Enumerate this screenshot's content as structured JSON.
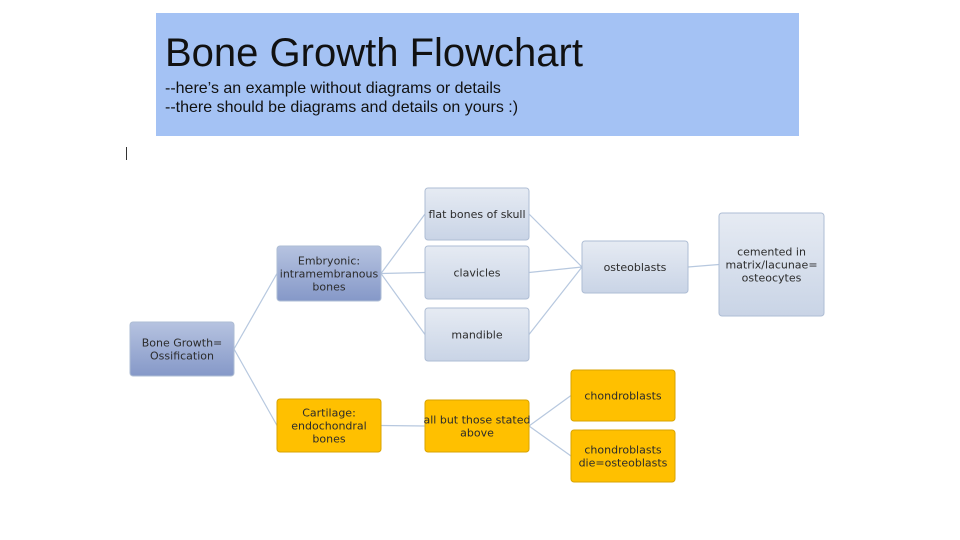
{
  "slide": {
    "title": "Bone Growth Flowchart",
    "subtitle_lines": [
      "--here’s an example without diagrams or details",
      "--there should be diagrams and details on yours :)"
    ]
  },
  "flowchart": {
    "colors": {
      "blue_fill": "#dde4ef",
      "blue_dark_fill": "#9fb0d6",
      "blue_stroke": "#aebdd4",
      "yellow_fill": "#ffc000",
      "yellow_stroke": "#d9a300",
      "connector": "#b7c8df"
    },
    "nodes": [
      {
        "id": "root",
        "lines": [
          "Bone Growth=",
          "Ossification"
        ]
      },
      {
        "id": "intramembranous",
        "lines": [
          "Embryonic:",
          "intramembranous",
          "bones"
        ]
      },
      {
        "id": "endochondral",
        "lines": [
          "Cartilage:",
          "endochondral",
          "bones"
        ]
      },
      {
        "id": "flat-bones",
        "lines": [
          "flat bones of skull"
        ]
      },
      {
        "id": "clavicles",
        "lines": [
          "clavicles"
        ]
      },
      {
        "id": "mandible",
        "lines": [
          "mandible"
        ]
      },
      {
        "id": "all-but",
        "lines": [
          "all but those stated",
          "above"
        ]
      },
      {
        "id": "osteoblasts",
        "lines": [
          "osteoblasts"
        ]
      },
      {
        "id": "osteocytes",
        "lines": [
          "cemented in",
          "matrix/lacunae=",
          "osteocytes"
        ]
      },
      {
        "id": "chondroblasts",
        "lines": [
          "chondroblasts"
        ]
      },
      {
        "id": "chondroblasts-die",
        "lines": [
          "chondroblasts",
          "die=osteoblasts"
        ]
      }
    ],
    "edges": [
      [
        "root",
        "intramembranous"
      ],
      [
        "root",
        "endochondral"
      ],
      [
        "intramembranous",
        "flat-bones"
      ],
      [
        "intramembranous",
        "clavicles"
      ],
      [
        "intramembranous",
        "mandible"
      ],
      [
        "endochondral",
        "all-but"
      ],
      [
        "flat-bones",
        "osteoblasts"
      ],
      [
        "clavicles",
        "osteoblasts"
      ],
      [
        "mandible",
        "osteoblasts"
      ],
      [
        "osteoblasts",
        "osteocytes"
      ],
      [
        "all-but",
        "chondroblasts"
      ],
      [
        "all-but",
        "chondroblasts-die"
      ]
    ]
  }
}
